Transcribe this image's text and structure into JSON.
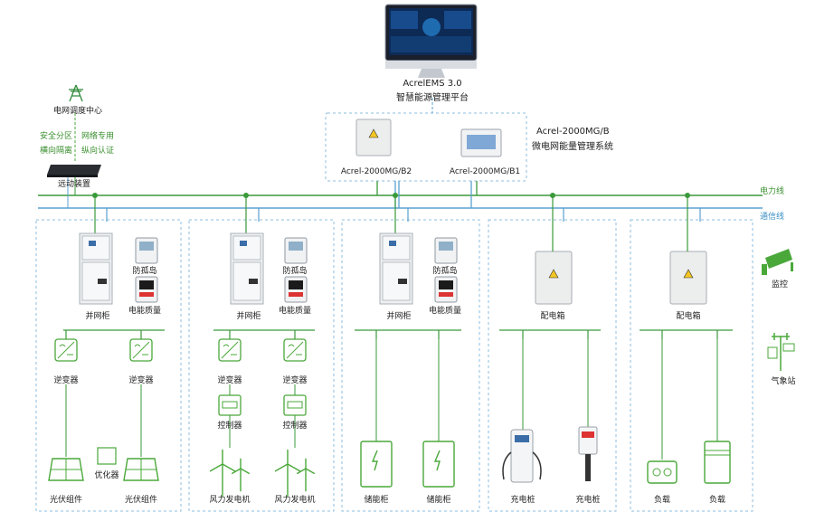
{
  "platform": {
    "name": "AcrelEMS  3.0",
    "subtitle": "智慧能源管理平台"
  },
  "mgmt": {
    "name": "Acrel-2000MG/B",
    "subtitle": "微电网能量管理系统",
    "devices": [
      "Acrel-2000MG/B2",
      "Acrel-2000MG/B1"
    ]
  },
  "grid": {
    "title": "电网调度中心",
    "tags": [
      "安全分区",
      "网络专用",
      "横向隔离",
      "纵向认证"
    ],
    "device": "远动装置"
  },
  "lines": {
    "power": "电力线",
    "comm": "通信线"
  },
  "side_items": [
    "监控",
    "气象站"
  ],
  "panels": [
    {
      "cabinet": "并网柜",
      "aux": [
        "防孤岛",
        "电能质量"
      ],
      "branches": [
        {
          "items": [
            "逆变器"
          ],
          "end": "光伏组件"
        },
        {
          "items": [
            "逆变器"
          ],
          "end": "光伏组件"
        }
      ],
      "extra": "优化器"
    },
    {
      "cabinet": "并网柜",
      "aux": [
        "防孤岛",
        "电能质量"
      ],
      "branches": [
        {
          "items": [
            "逆变器",
            "控制器"
          ],
          "end": "风力发电机"
        },
        {
          "items": [
            "逆变器",
            "控制器"
          ],
          "end": "风力发电机"
        }
      ]
    },
    {
      "cabinet": "并网柜",
      "aux": [
        "防孤岛",
        "电能质量"
      ],
      "branches": [
        {
          "items": [],
          "end": "储能柜"
        },
        {
          "items": [],
          "end": "储能柜"
        }
      ]
    },
    {
      "cabinet": "配电箱",
      "branches": [
        {
          "items": [],
          "end": "充电桩"
        },
        {
          "items": [],
          "end": "充电桩"
        }
      ]
    },
    {
      "cabinet": "配电箱",
      "branches": [
        {
          "items": [],
          "end": "负载"
        },
        {
          "items": [],
          "end": "负载"
        }
      ]
    }
  ],
  "colors": {
    "power_line": "#3a9a3a",
    "comm_line": "#5aa0d0",
    "accent_green": "#4aa83a"
  }
}
